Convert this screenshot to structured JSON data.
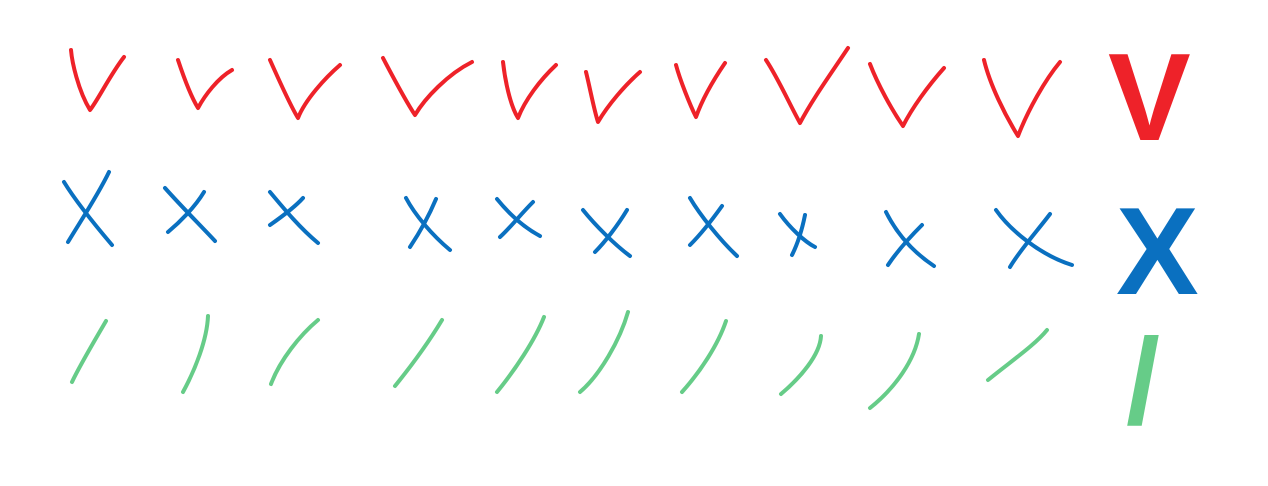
{
  "rows": [
    {
      "name": "v",
      "color": "#ee2229",
      "reference_glyph": "V",
      "samples": 10
    },
    {
      "name": "x",
      "color": "#0a70c0",
      "reference_glyph": "X",
      "samples": 10
    },
    {
      "name": "slash",
      "color": "#66cc88",
      "reference_glyph": "/",
      "samples": 10
    }
  ]
}
